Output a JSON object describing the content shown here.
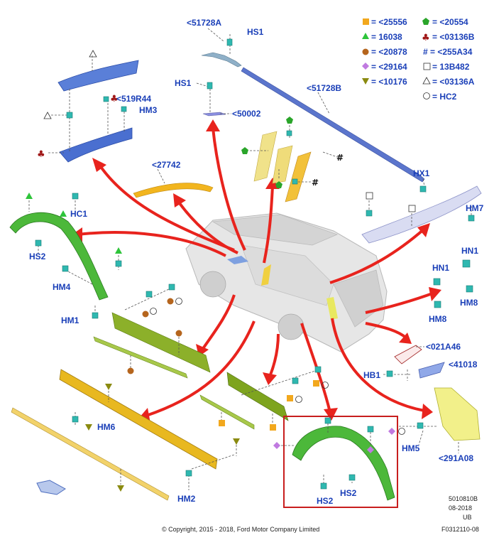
{
  "labels": {
    "p51728A": "<51728A",
    "hs1_top": "HS1",
    "hs1_left": "HS1",
    "p50002": "<50002",
    "p51728B": "<51728B",
    "p519R44": "<519R44",
    "hm3": "HM3",
    "p27742": "<27742",
    "hx1": "HX1",
    "hm7": "HM7",
    "hc1": "HC1",
    "hs2_left": "HS2",
    "hm4": "HM4",
    "hm1": "HM1",
    "hn1_a": "HN1",
    "hn1_b": "HN1",
    "hm8_a": "HM8",
    "hm8_b": "HM8",
    "p021A46": "<021A46",
    "p41018": "<41018",
    "hb1": "HB1",
    "hm6": "HM6",
    "hm5": "HM5",
    "p291A08": "<291A08",
    "hm2": "HM2",
    "hs2_bottom_a": "HS2",
    "hs2_bottom_b": "HS2"
  },
  "legend": [
    {
      "symbol": "square-orange",
      "text": "= <25556"
    },
    {
      "symbol": "pentagon-green",
      "text": "= <20554"
    },
    {
      "symbol": "triangle-green",
      "text": "= 16038"
    },
    {
      "symbol": "club-darkred",
      "text": "= <03136B"
    },
    {
      "symbol": "circle-brown",
      "text": "= <20878"
    },
    {
      "symbol": "hash",
      "text": "# = <255A34"
    },
    {
      "symbol": "diamond-violet",
      "text": "= <29164"
    },
    {
      "symbol": "square-outline",
      "text": "= 13B482"
    },
    {
      "symbol": "triangle-olive",
      "text": "= <10176"
    },
    {
      "symbol": "triangle-outline",
      "text": "= <03136A"
    },
    {
      "symbol": "circle-outline",
      "text": "= HC2"
    }
  ],
  "footer": {
    "copyright": "© Copyright, 2015 - 2018, Ford Motor Company Limited",
    "code1": "5010810B",
    "code2": "08-2018",
    "code3": "UB",
    "code4": "F0312110-08"
  },
  "colors": {
    "label_blue": "#1a3fb8",
    "arrow_red": "#e8231d",
    "green_part": "#4cb83a",
    "yellow_part": "#e8b820",
    "olive_part": "#9cc23a",
    "blue_part": "#4a6fd0",
    "highlight_box": "#c81e1e"
  }
}
